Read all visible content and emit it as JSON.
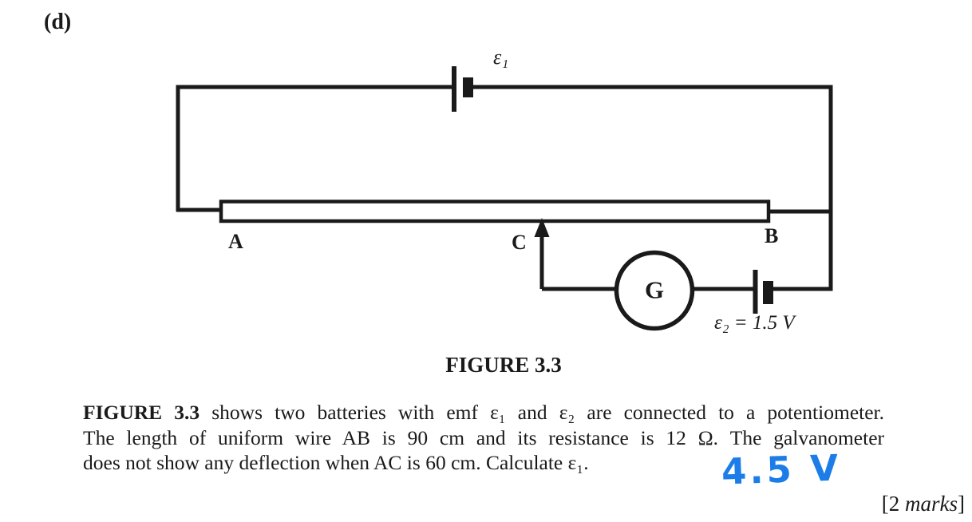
{
  "part_label": "(d)",
  "figure": {
    "caption": "FIGURE 3.3",
    "labels": {
      "emf1": "ε₁",
      "emf2": "ε₂ = 1.5 V",
      "point_a": "A",
      "point_b": "B",
      "point_c": "C",
      "galvanometer": "G"
    }
  },
  "question": {
    "line1_bold": "FIGURE 3.3",
    "line1_rest": " shows two batteries with emf ε₁ and ε₂ are connected to a potentiometer.",
    "line2": "The length of uniform wire AB is 90 cm and its resistance is 12 Ω. The galvanometer",
    "line3": "does not show any deflection when AC is 60 cm. Calculate ε₁.",
    "answer": "4.5 V"
  },
  "marks": {
    "prefix": "[2 ",
    "italic": "marks",
    "suffix": "]"
  },
  "colors": {
    "ink": "#1a1a1a",
    "answer_blue": "#1c7ce8",
    "paper": "#ffffff"
  }
}
